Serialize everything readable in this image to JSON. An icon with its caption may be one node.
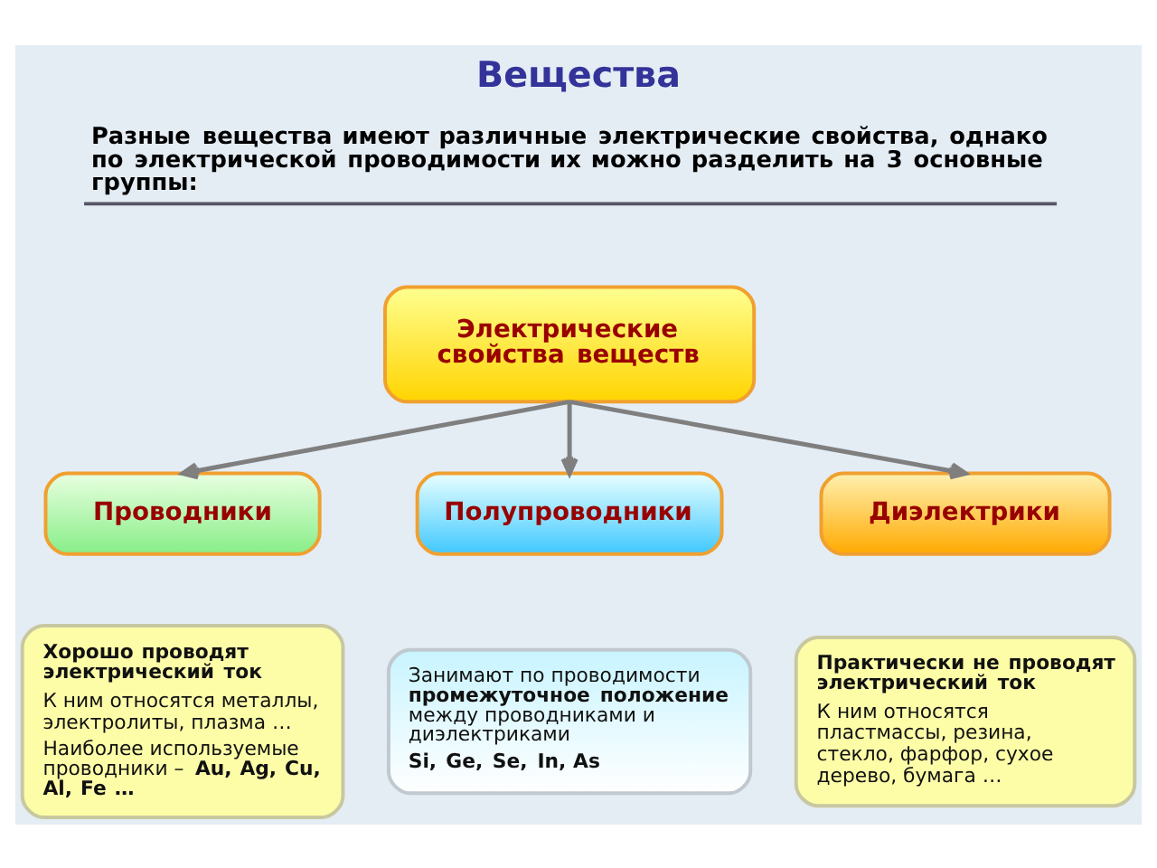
{
  "diagram": {
    "title": "Вещества",
    "nodes": [
      {
        "text": [
          "Электрические свойства веществ"
        ]
      },
      {
        "text": [
          "Проводники"
        ]
      },
      {
        "text": [
          "Полупроводники"
        ]
      },
      {
        "text": [
          "Диэлектрики"
        ]
      },
      {
        "text": [
          "Хорошо проводят электрический ток",
          "К ним относятся металлы, электролиты, плазма …",
          "Наиболее используемые проводники – **Au, Ag, Cu, Al, Fe …**"
        ]
      },
      {
        "text": [
          "Занимают по проводимости **промежуточное положение** между проводниками и диэлектриками",
          "Si, Ge, Se, In, As"
        ]
      },
      {
        "text": [
          "Практически не проводят электрический ток",
          "К ним относятся пластмассы, резина, стекло, фарфор, сухое дерево, бумага …"
        ]
      }
    ],
    "edges": [
      {
        "from": 0,
        "to": 1,
        "arrow": "to"
      },
      {
        "from": 0,
        "to": 2,
        "arrow": "to"
      },
      {
        "from": 0,
        "to": 3,
        "arrow": "to"
      }
    ],
    "labels": [
      "Разные вещества имеют различные электрические свойства, однако по электрической проводимости их можно разделить на 3 основные группы:"
    ]
  }
}
